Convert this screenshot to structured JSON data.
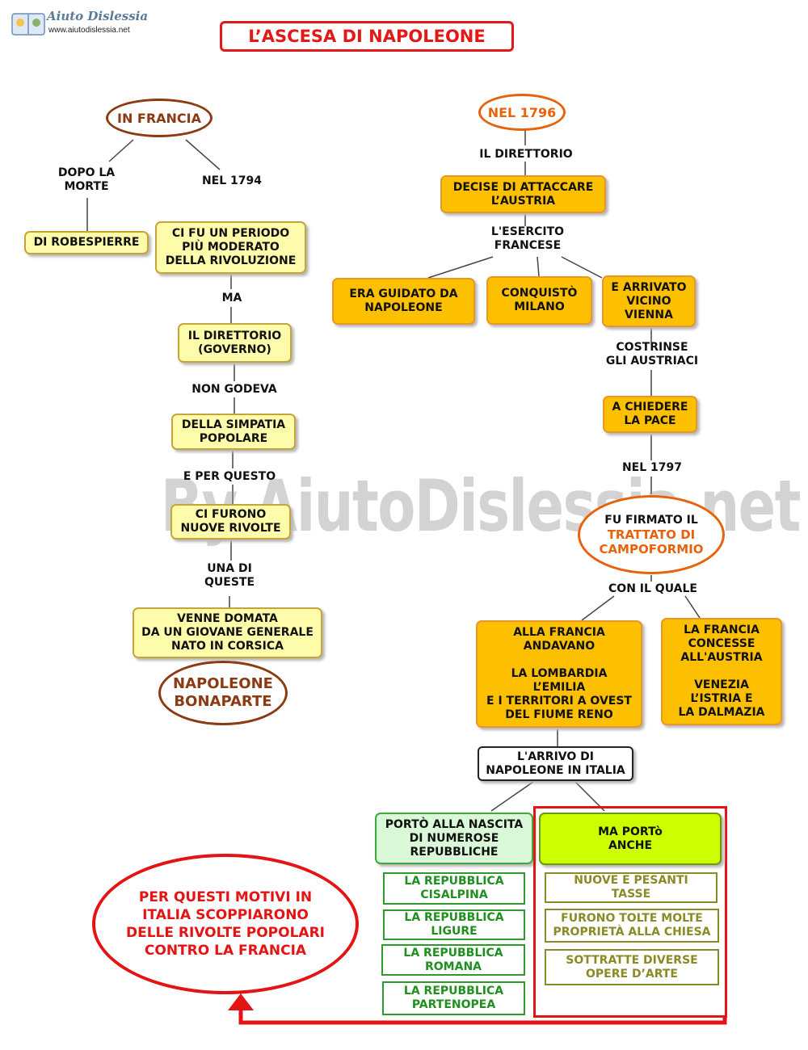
{
  "logo": {
    "name": "Aiuto Dislessia",
    "url": "www.aiutodislessia.net"
  },
  "title": "L’ASCESA DI NAPOLEONE",
  "watermark": "By AiutoDislessia.net",
  "left": {
    "root": "IN FRANCIA",
    "link_dopo": "DOPO LA\nMORTE",
    "robespierre": "DI ROBESPIERRE",
    "link_1794": "NEL 1794",
    "periodo": "CI FU UN PERIODO\nPIÙ MODERATO\nDELLA RIVOLUZIONE",
    "link_ma": "MA",
    "direttorio": "IL DIRETTORIO\n(GOVERNO)",
    "link_non_godeva": "NON GODEVA",
    "simpatia": "DELLA SIMPATIA\nPOPOLARE",
    "link_per_questo": "E PER QUESTO",
    "rivolte": "CI FURONO\nNUOVE RIVOLTE",
    "link_una_di": "UNA DI\nQUESTE",
    "domata": "VENNE DOMATA\nDA UN GIOVANE GENERALE\nNATO IN CORSICA",
    "napoleone": "NAPOLEONE\nBONAPARTE"
  },
  "right": {
    "root": "NEL 1796",
    "link_direttorio": "IL DIRETTORIO",
    "decise": "DECISE DI ATTACCARE\nL’AUSTRIA",
    "link_esercito": "L'ESERCITO\nFRANCESE",
    "guidato": "ERA GUIDATO DA\nNAPOLEONE",
    "milano": "CONQUISTÒ\nMILANO",
    "vienna": "E ARRIVATO\nVICINO\nVIENNA",
    "link_costrinse": "COSTRINSE\nGLI AUSTRIACI",
    "pace": "A CHIEDERE\nLA PACE",
    "link_1797": "NEL 1797",
    "trattato_prefix": "FU FIRMATO IL",
    "trattato_name": "TRATTATO DI\nCAMPOFORMIO",
    "link_con_il_quale": "CON IL QUALE",
    "francia": "ALLA FRANCIA\nANDAVANO\n\nLA LOMBARDIA\nL’EMILIA\nE I TERRITORI A OVEST\nDEL FIUME RENO",
    "austria": "LA FRANCIA\nCONCESSE\nALL'AUSTRIA\n\nVENEZIA\nL’ISTRIA E\nLA DALMAZIA",
    "arrivo": "L'ARRIVO DI\nNAPOLEONE IN ITALIA",
    "porto": "PORTÒ ALLA NASCITA\nDI NUMEROSE\nREPUBBLICHE",
    "repubbliche": [
      "LA REPUBBLICA\nCISALPINA",
      "LA REPUBBLICA\nLIGURE",
      "LA REPUBBLICA\nROMANA",
      "LA REPUBBLICA\nPARTENOPEA"
    ],
    "anche": "MA PORTò\nANCHE",
    "conseguenze": [
      "NUOVE E PESANTI\nTASSE",
      "FURONO TOLTE MOLTE\nPROPRIETÀ ALLA CHIESA",
      "SOTTRATTE DIVERSE\nOPERE D’ARTE"
    ]
  },
  "conclusion": "PER QUESTI MOTIVI IN\nITALIA SCOPPIARONO\nDELLE RIVOLTE POPOLARI\nCONTRO LA FRANCIA",
  "colors": {
    "title_red": "#e31818",
    "brown": "#8b3a12",
    "orange_text": "#e8620c",
    "box_orange": "#fdc000",
    "box_yellow": "#fefcaa",
    "lime": "#ccff00",
    "green": "#2e9a2e",
    "olive": "#8a8a26"
  }
}
